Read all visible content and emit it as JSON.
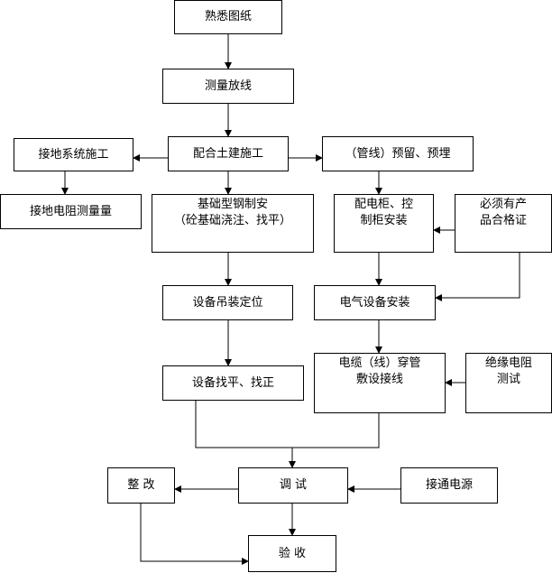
{
  "nodes": {
    "familiarize": "熟悉图纸",
    "survey": "测量放线",
    "grounding_construction": "接地系统施工",
    "civil_cooperation": "配合土建施工",
    "conduit_embed": "（管线）预留、预埋",
    "grounding_measure": "接地电阻测量量",
    "steel_base": "基础型钢制安\n（砼基础浇注、找平）",
    "cabinet_install": "配电柜、控\n制柜安装",
    "certificate": "必须有产\n品合格证",
    "hoist_position": "设备吊装定位",
    "electrical_install": "电气设备安装",
    "level_align": "设备找平、找正",
    "cable_laying": "电缆（线）穿管\n敷设接线",
    "insulation_test": "绝缘电阻\n测试",
    "rectify": "整 改",
    "debug": "调 试",
    "power_on": "接通电源",
    "acceptance": "验 收"
  }
}
